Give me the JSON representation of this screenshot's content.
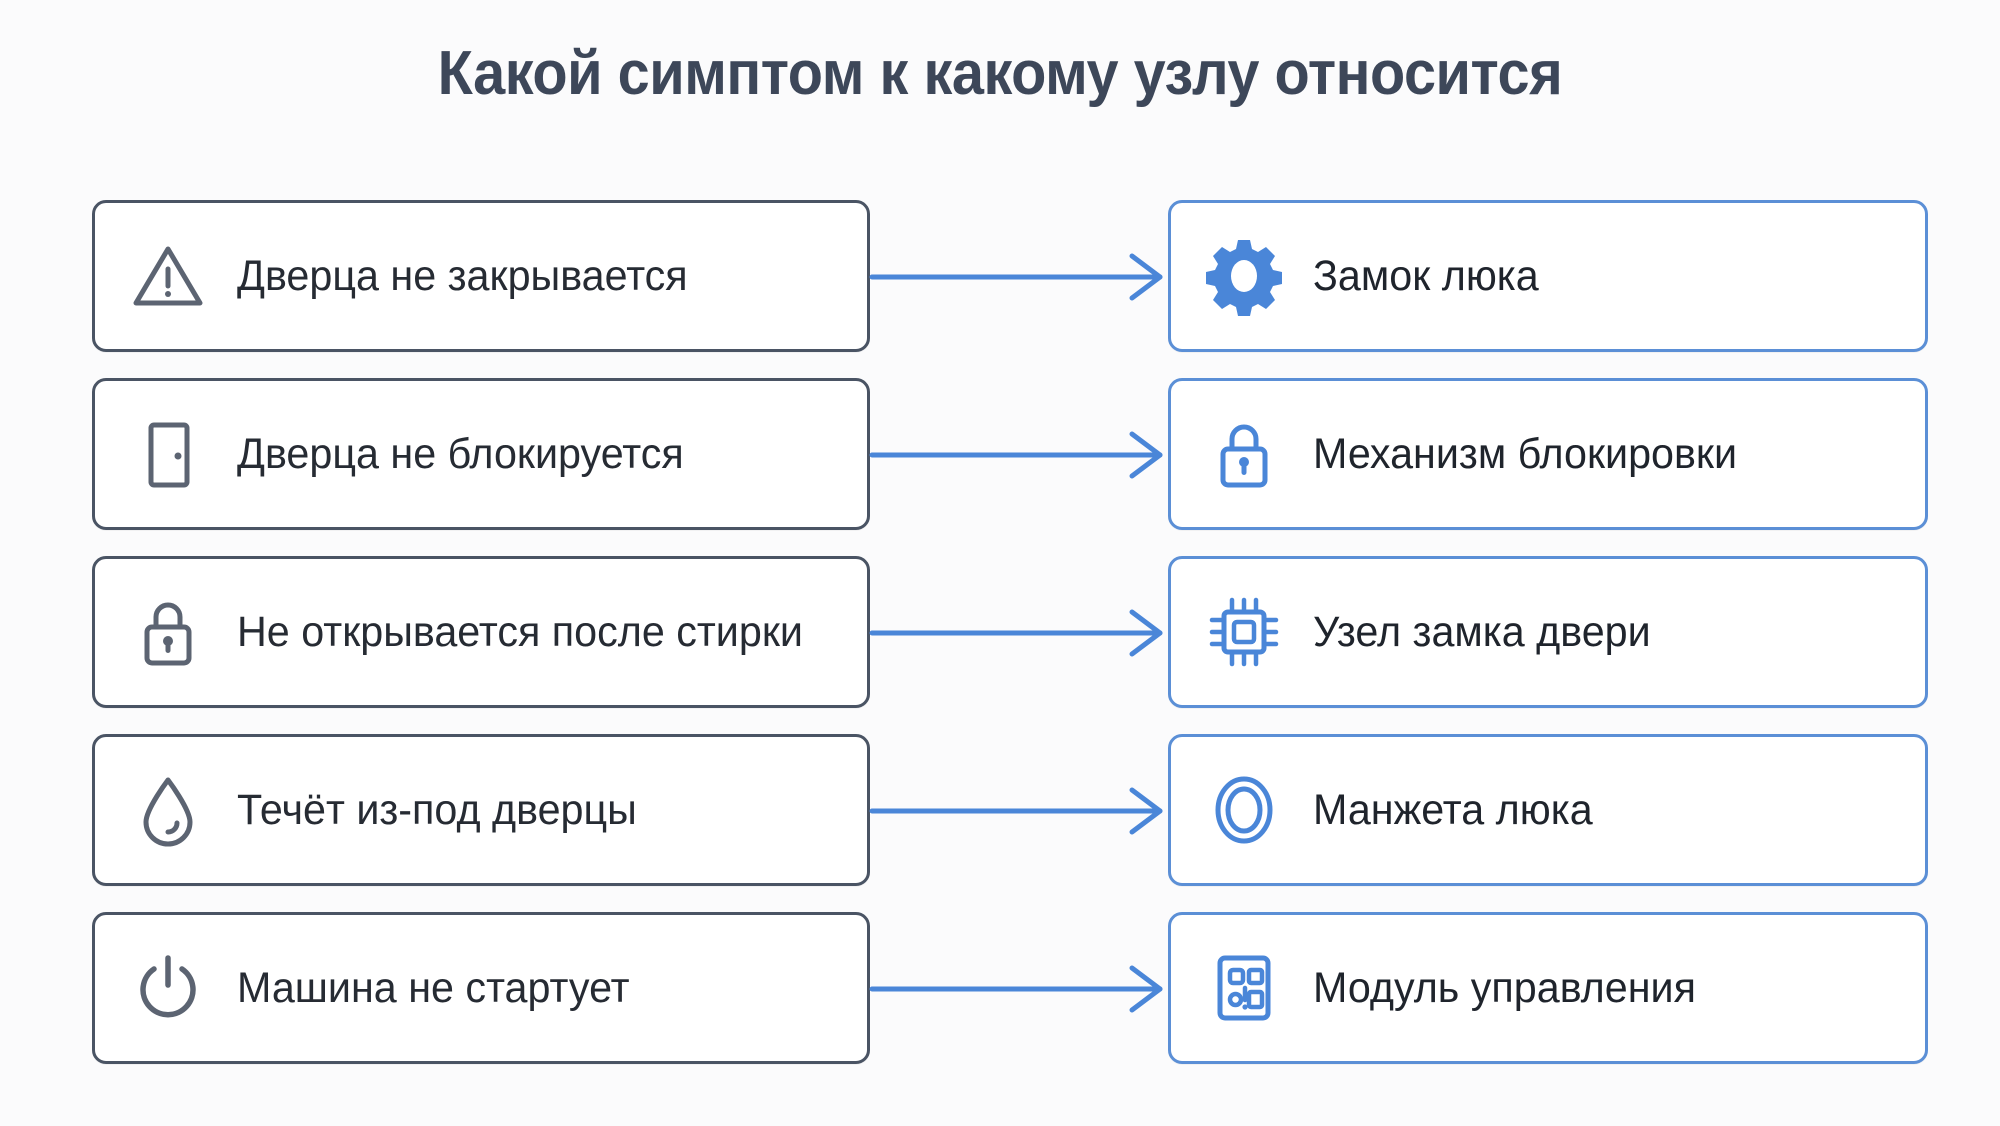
{
  "page": {
    "title": "Какой симптом к какому узлу относится",
    "background_color": "#fbfbfc",
    "title_color": "#3d4759",
    "symptom_border_color": "#4a5464",
    "node_border_color": "#5b8fd6",
    "arrow_color": "#4a86d8"
  },
  "symptoms": [
    {
      "label": "Дверца не закрывается",
      "icon": "warning-triangle-icon"
    },
    {
      "label": "Дверца не блокируется",
      "icon": "door-icon"
    },
    {
      "label": "Не открывается после стирки",
      "icon": "padlock-closed-icon"
    },
    {
      "label": "Течёт из-под дверцы",
      "icon": "water-drop-icon"
    },
    {
      "label": "Машина не стартует",
      "icon": "power-icon"
    }
  ],
  "nodes": [
    {
      "label": "Замок люка",
      "icon": "gear-icon"
    },
    {
      "label": "Механизм блокировки",
      "icon": "padlock-blue-icon"
    },
    {
      "label": "Узел замка двери",
      "icon": "chip-icon"
    },
    {
      "label": "Манжета люка",
      "icon": "ring-seal-icon"
    },
    {
      "label": "Модуль управления",
      "icon": "control-module-icon"
    }
  ],
  "connections": [
    {
      "from": "Дверца не закрывается",
      "to": "Замок люка"
    },
    {
      "from": "Дверца не блокируется",
      "to": "Механизм блокировки"
    },
    {
      "from": "Не открывается после стирки",
      "to": "Узел замка двери"
    },
    {
      "from": "Течёт из-под дверцы",
      "to": "Манжета люка"
    },
    {
      "from": "Машина не стартует",
      "to": "Модуль управления"
    }
  ]
}
